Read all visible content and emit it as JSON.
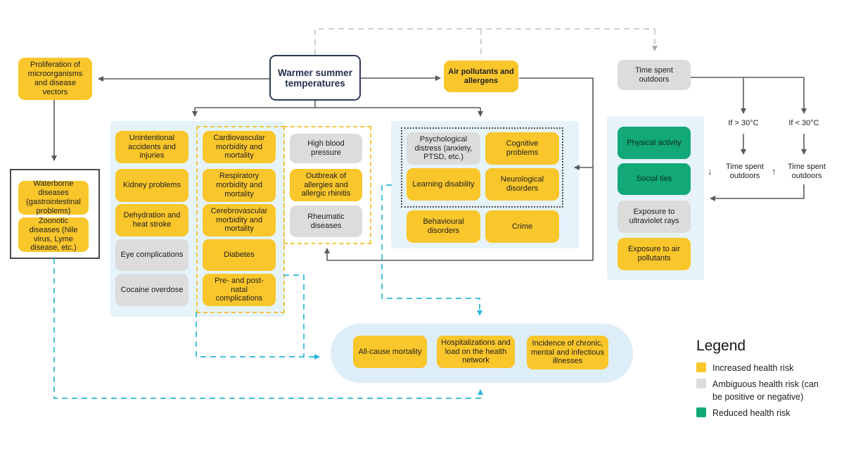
{
  "colors": {
    "increased_risk_yellow": "#f9c62b",
    "ambiguous_gray": "#dcdcdc",
    "reduced_risk_green": "#12a878",
    "panel_light_blue": "#e6f3fb",
    "pill_light_blue": "#ddeef8",
    "cyan_dashed_line": "#2bb8d8",
    "solid_line_gray": "#5a5a5a",
    "dashed_line_gray": "#bdbdbd",
    "hub_border_navy": "#2e3a59"
  },
  "nodes": {
    "warmer": "Warmer summer temperatures",
    "proliferation": "Proliferation of microorganisms and disease vectors",
    "air_pollutants": "Air pollutants and allergens",
    "time_outdoors": "Time spent outdoors",
    "waterborne": "Waterborne diseases (gastrointestinal problems)",
    "zoonotic": "Zoonotic diseases (Nile virus, Lyme disease, etc.)",
    "unintentional": "Unintentional accidents and injuries",
    "kidney": "Kidney problems",
    "dehydration": "Dehydration and heat stroke",
    "eye": "Eye complications",
    "cocaine": "Cocaine overdose",
    "cardiovascular": "Cardiovascular morbidity and mortality",
    "respiratory": "Respiratory morbidity and mortality",
    "cerebrovascular": "Cerebrovascular morbidity and mortality",
    "diabetes": "Diabetes",
    "prenatal": "Pre- and post-natal complications",
    "high_blood_pressure": "High blood pressure",
    "allergies": "Outbreak of allergies and allergic rhinitis",
    "rheumatic": "Rheumatic diseases",
    "psych_distress": "Psychological distress (anxiety, PTSD, etc.)",
    "cognitive": "Cognitive problems",
    "learning": "Learning disability",
    "neurological": "Neurological disorders",
    "behavioural": "Behavioural disorders",
    "crime": "Crime",
    "physical_activity": "Physical activity",
    "social_ties": "Social ties",
    "uv": "Exposure to ultraviolet rays",
    "exposure_air": "Exposure to air pollutants",
    "all_cause": "All-cause mortality",
    "hospitalizations": "Hospitalizations and load on the health network",
    "incidence": "Incidence of chronic, mental and infectious illnesses"
  },
  "flow": {
    "if_above": "If > 30°C",
    "if_below": "If < 30°C",
    "time_outdoors_down": "Time spent outdoors",
    "time_outdoors_up": "Time spent outdoors",
    "down_arrow": "↓",
    "up_arrow": "↑"
  },
  "legend": {
    "title": "Legend",
    "increased": "Increased health risk",
    "ambiguous": "Ambiguous health risk (can be positive or negative)",
    "reduced": "Reduced health risk"
  }
}
